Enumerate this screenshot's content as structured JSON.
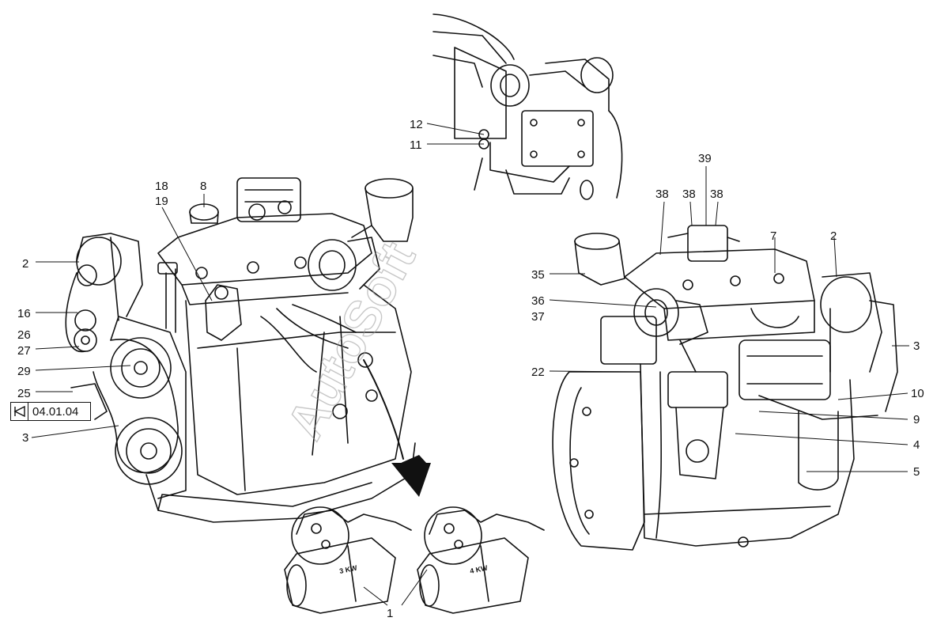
{
  "watermark": "AutoSoft",
  "reference": {
    "code": "04.01.04",
    "icon": "reference-arrow-icon"
  },
  "starters": [
    {
      "rating": "3 KW"
    },
    {
      "rating": "4 KW"
    }
  ],
  "callouts": {
    "left": [
      "2",
      "16",
      "26",
      "27",
      "29",
      "25",
      "3",
      "8",
      "18",
      "19"
    ],
    "top": [
      "12",
      "11"
    ],
    "right": [
      "39",
      "38",
      "38",
      "38",
      "7",
      "2",
      "35",
      "36",
      "37",
      "3",
      "22",
      "10",
      "9",
      "4",
      "5"
    ],
    "bottom": [
      "1"
    ]
  },
  "colors": {
    "ink": "#111111",
    "watermark": "#9a9a9a"
  }
}
